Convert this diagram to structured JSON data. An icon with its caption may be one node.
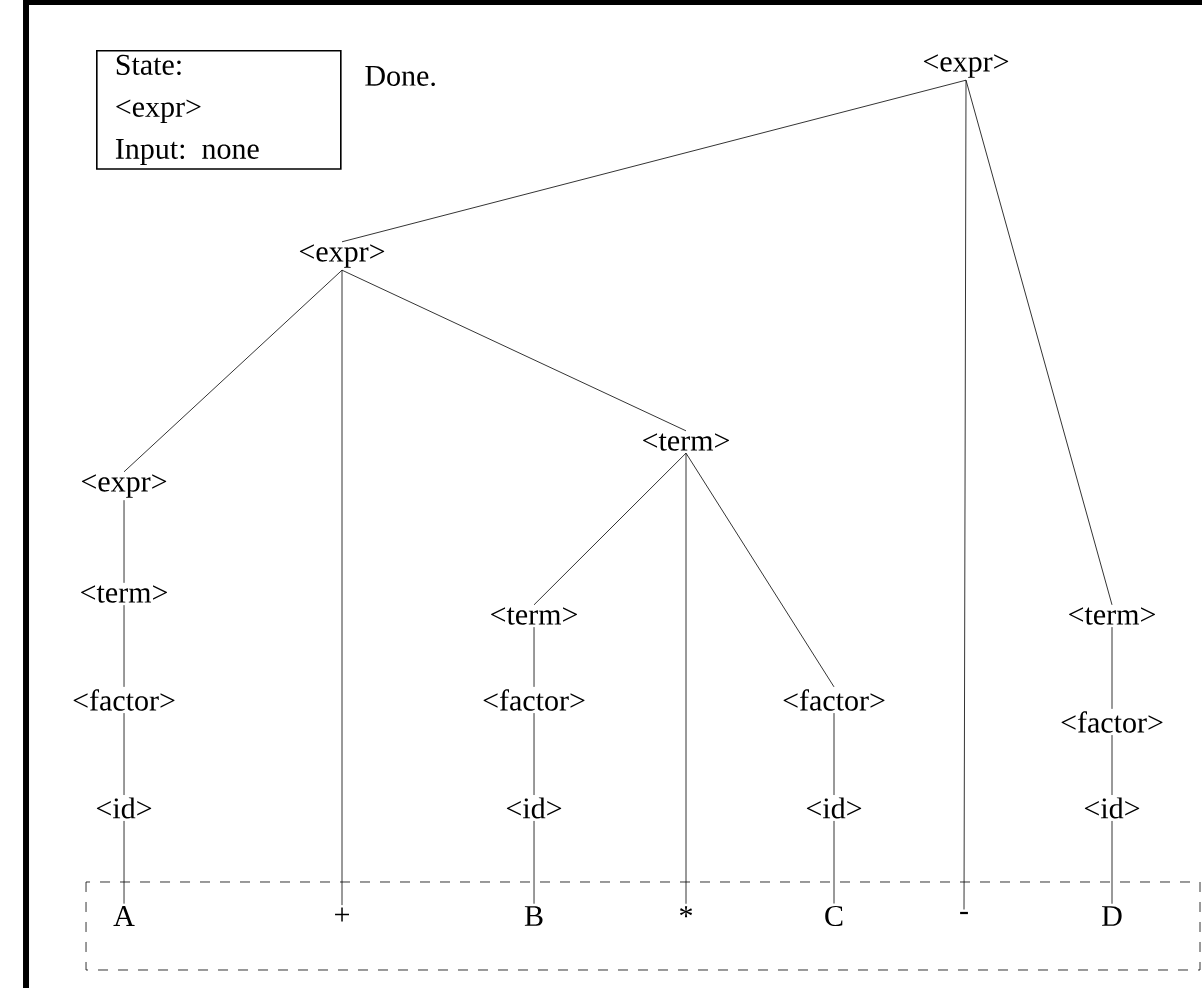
{
  "diagram": {
    "nodes": [
      {
        "text": [
          "State:",
          "<expr>",
          "Input: none"
        ]
      },
      {
        "text": [
          "<expr>"
        ]
      },
      {
        "text": [
          "<expr>"
        ]
      },
      {
        "text": [
          "<expr>"
        ]
      },
      {
        "text": [
          "<term>"
        ]
      },
      {
        "text": [
          "<factor>"
        ]
      },
      {
        "text": [
          "<id>"
        ]
      },
      {
        "text": [
          "A"
        ]
      },
      {
        "text": [
          "+"
        ]
      },
      {
        "text": [
          "<term>"
        ]
      },
      {
        "text": [
          "<term>"
        ]
      },
      {
        "text": [
          "<factor>"
        ]
      },
      {
        "text": [
          "<id>"
        ]
      },
      {
        "text": [
          "B"
        ]
      },
      {
        "text": [
          "*"
        ]
      },
      {
        "text": [
          "<factor>"
        ]
      },
      {
        "text": [
          "<id>"
        ]
      },
      {
        "text": [
          "C"
        ]
      },
      {
        "text": [
          "-"
        ]
      },
      {
        "text": [
          "<term>"
        ]
      },
      {
        "text": [
          "<factor>"
        ]
      },
      {
        "text": [
          "<id>"
        ]
      },
      {
        "text": [
          "D"
        ]
      }
    ],
    "edges": [
      {
        "from": 1,
        "to": 2,
        "arrow": "none"
      },
      {
        "from": 1,
        "to": 18,
        "arrow": "none"
      },
      {
        "from": 1,
        "to": 19,
        "arrow": "none"
      },
      {
        "from": 2,
        "to": 3,
        "arrow": "none"
      },
      {
        "from": 2,
        "to": 8,
        "arrow": "none"
      },
      {
        "from": 2,
        "to": 9,
        "arrow": "none"
      },
      {
        "from": 3,
        "to": 4,
        "arrow": "none"
      },
      {
        "from": 4,
        "to": 5,
        "arrow": "none"
      },
      {
        "from": 5,
        "to": 6,
        "arrow": "none"
      },
      {
        "from": 6,
        "to": 7,
        "arrow": "none"
      },
      {
        "from": 9,
        "to": 10,
        "arrow": "none"
      },
      {
        "from": 9,
        "to": 14,
        "arrow": "none"
      },
      {
        "from": 9,
        "to": 15,
        "arrow": "none"
      },
      {
        "from": 10,
        "to": 11,
        "arrow": "none"
      },
      {
        "from": 11,
        "to": 12,
        "arrow": "none"
      },
      {
        "from": 12,
        "to": 13,
        "arrow": "none"
      },
      {
        "from": 15,
        "to": 16,
        "arrow": "none"
      },
      {
        "from": 16,
        "to": 17,
        "arrow": "none"
      },
      {
        "from": 19,
        "to": 20,
        "arrow": "none"
      },
      {
        "from": 20,
        "to": 21,
        "arrow": "none"
      },
      {
        "from": 21,
        "to": 22,
        "arrow": "none"
      }
    ],
    "labels": [
      "Done."
    ]
  }
}
